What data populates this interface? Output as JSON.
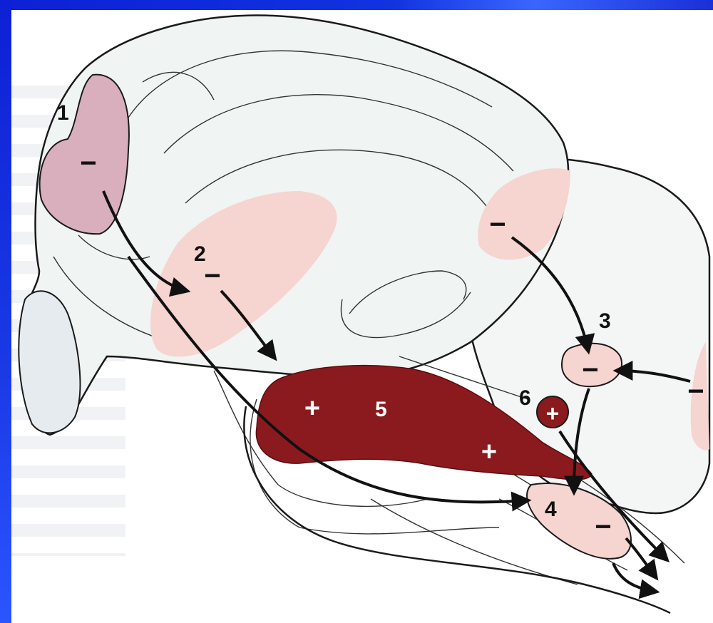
{
  "colors": {
    "frame": "#1028d8",
    "brain_fill": "#f1f5f3",
    "outline": "#1a1a1a",
    "inhibitory_region": "#f6d4cf",
    "inhibitory_region_dark": "#d9aebc",
    "excitatory_region": "#8b1a1f",
    "arrow": "#111111"
  },
  "labels": {
    "r1": "1",
    "r2": "2",
    "r3": "3",
    "r4": "4",
    "r5": "5",
    "r6": "6"
  },
  "signs": {
    "r1": "−",
    "r2": "−",
    "top_right": "−",
    "r3": "−",
    "right_edge": "−",
    "r4": "−",
    "r5_left": "+",
    "r5_right": "+",
    "r6": "+"
  }
}
